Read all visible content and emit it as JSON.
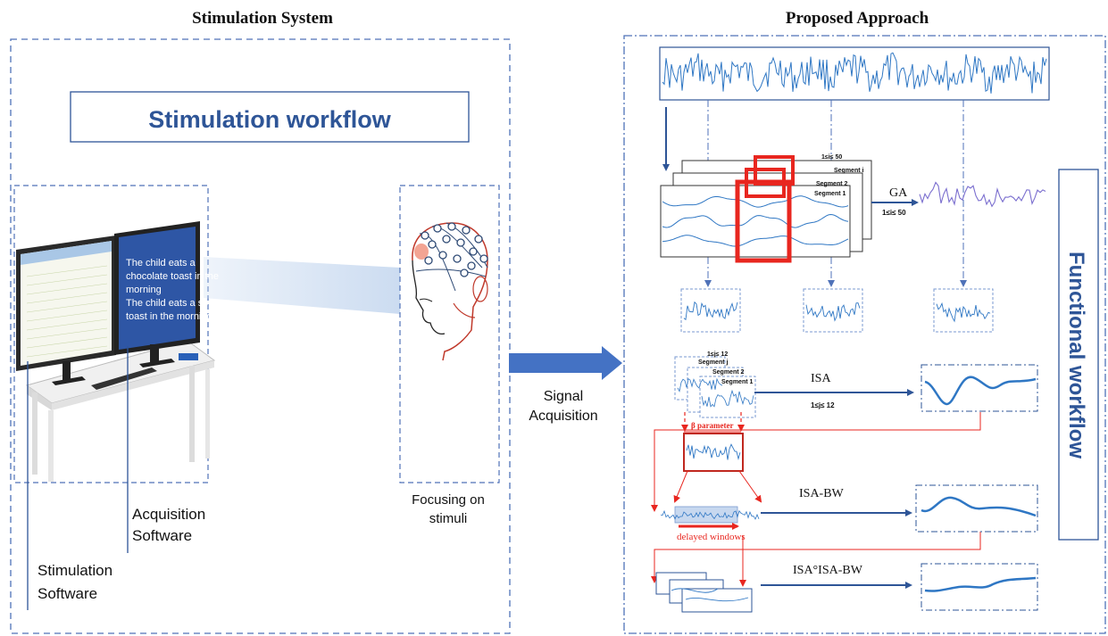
{
  "left_panel": {
    "title": "Stimulation System",
    "workflow_label": "Stimulation workflow",
    "screen_text": [
      "The child eats a",
      "chocolate toast in the",
      "morning",
      "The child eats  a sock",
      "toast in the morning"
    ],
    "acquisition_label": [
      "Acquisition",
      "Software"
    ],
    "stimulation_label": [
      "Stimulation",
      "Software"
    ],
    "focus_label": [
      "Focusing on",
      "stimuli"
    ]
  },
  "middle": {
    "arrow_label": [
      "Signal",
      "Acquisition"
    ]
  },
  "right_panel": {
    "title": "Proposed Approach",
    "vertical_label": "Functional workflow",
    "ga": {
      "label": "GA",
      "range_top": "1≤i≤ 50",
      "range_side": "1≤i≤ 50",
      "segments": [
        "Segment i",
        "Segment 2",
        "Segment 1"
      ]
    },
    "isa": {
      "label": "ISA",
      "range_top": "1≤j≤ 12",
      "range_side": "1≤j≤ 12",
      "segments": [
        "Segment j",
        "Segment 2",
        "Segment 1"
      ]
    },
    "beta_label": "β parameter",
    "isa_bw_label": "ISA-BW",
    "delayed_label": "delayed windows",
    "isa_combo_label": "ISA°ISA-BW"
  },
  "colors": {
    "accent_blue": "#2e5597",
    "dash_blue": "#4f72b8",
    "signal_blue": "#2f77c4",
    "red": "#e8261f",
    "purple": "#7b6fcf"
  }
}
